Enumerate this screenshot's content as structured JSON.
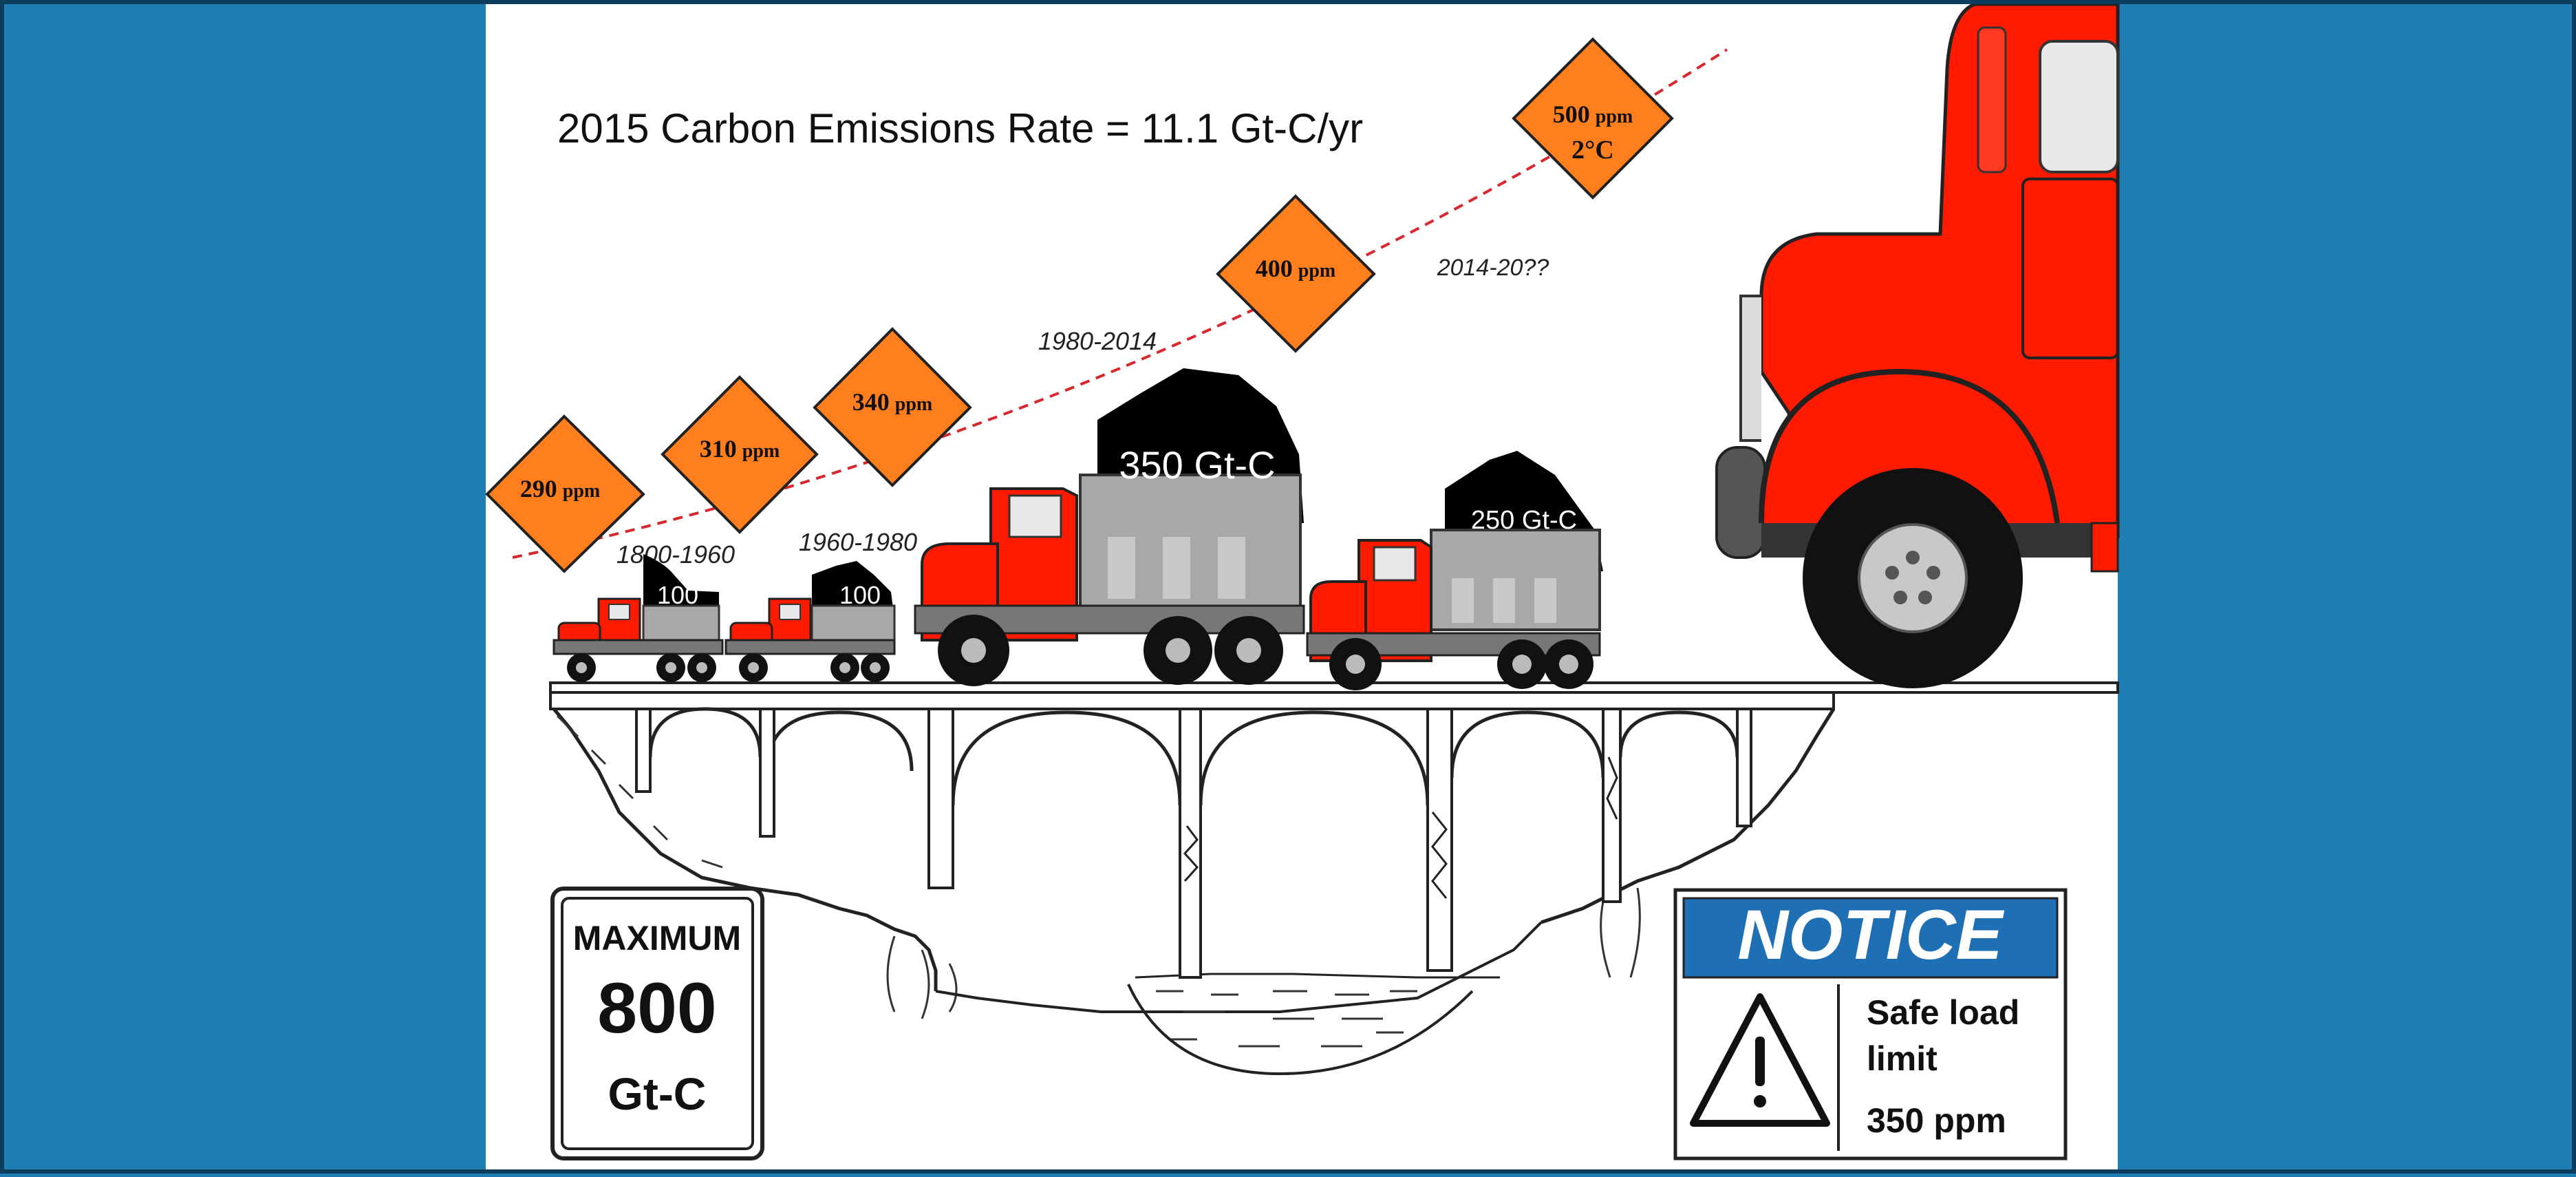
{
  "title": "2015 Carbon Emissions Rate = 11.1 Gt-C/yr",
  "colors": {
    "background": "#1f7fb4",
    "panel": "#ffffff",
    "truck_red": "#ff1a00",
    "sign_orange": "#ff7f1f",
    "coal": "#000000",
    "notice_blue": "#1f6fb5",
    "trend_line": "#d9272e"
  },
  "ppm_signs": [
    {
      "value": "290",
      "unit": "ppm"
    },
    {
      "value": "310",
      "unit": "ppm"
    },
    {
      "value": "340",
      "unit": "ppm"
    },
    {
      "value": "400",
      "unit": "ppm"
    },
    {
      "value": "500",
      "unit": "ppm",
      "extra": "2°C"
    }
  ],
  "periods": [
    "1800-1960",
    "1960-1980",
    "1980-2014",
    "2014-20??"
  ],
  "loads": [
    "100",
    "100",
    "350 Gt-C",
    "250 Gt-C"
  ],
  "max_sign": {
    "line1": "MAXIMUM",
    "line2": "800",
    "line3": "Gt-C"
  },
  "notice": {
    "header": "NOTICE",
    "line1": "Safe load",
    "line2": "limit",
    "line3": "350 ppm",
    "icon": "warning-triangle-icon"
  }
}
